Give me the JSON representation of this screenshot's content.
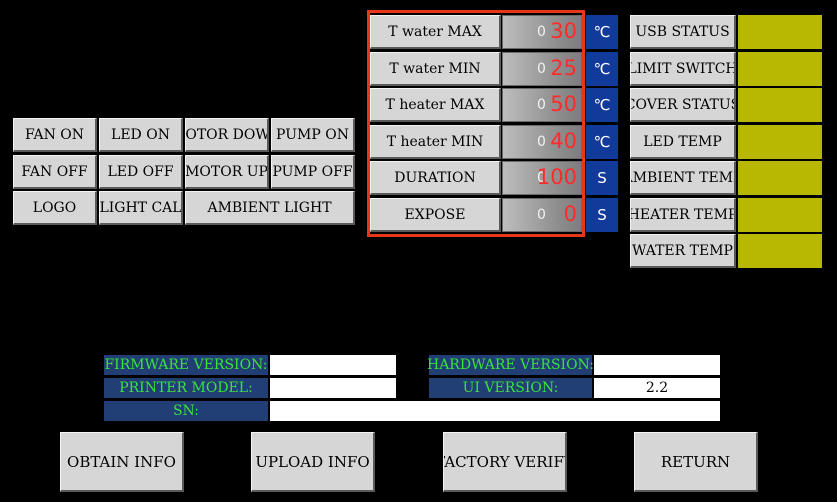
{
  "controls": {
    "fan_on": "FAN ON",
    "led_on": "LED ON",
    "motor_down": "MOTOR DOWN",
    "pump_on": "PUMP ON",
    "fan_off": "FAN OFF",
    "led_off": "LED OFF",
    "motor_up": "MOTOR UP",
    "pump_off": "PUMP OFF",
    "logo": "LOGO",
    "light_cal": "LIGHT CAL",
    "ambient_light": "AMBIENT LIGHT"
  },
  "params": [
    {
      "label": "T water MAX",
      "current": "0",
      "value": "30",
      "unit": "℃"
    },
    {
      "label": "T water MIN",
      "current": "0",
      "value": "25",
      "unit": "℃"
    },
    {
      "label": "T heater MAX",
      "current": "0",
      "value": "50",
      "unit": "℃"
    },
    {
      "label": "T heater MIN",
      "current": "0",
      "value": "40",
      "unit": "℃"
    },
    {
      "label": "DURATION",
      "current": "0",
      "value": "100",
      "unit": "S"
    },
    {
      "label": "EXPOSE",
      "current": "0",
      "value": "0",
      "unit": "S"
    }
  ],
  "status": [
    {
      "label": "USB STATUS"
    },
    {
      "label": "LIMIT SWITCH"
    },
    {
      "label": "COVER STATUS"
    },
    {
      "label": "LED TEMP"
    },
    {
      "label": "AMBIENT TEMP"
    },
    {
      "label": "HEATER TEMP"
    },
    {
      "label": "WATER TEMP"
    }
  ],
  "info": {
    "firmware_label": "FIRMWARE VERSION:",
    "firmware_value": "",
    "hardware_label": "HARDWARE VERSION:",
    "hardware_value": "",
    "printer_label": "PRINTER MODEL:",
    "printer_value": "",
    "ui_label": "UI VERSION:",
    "ui_value": "2.2",
    "sn_label": "SN:",
    "sn_value": ""
  },
  "actions": {
    "obtain": "OBTAIN INFO",
    "upload": "UPLOAD INFO",
    "verify": "FACTORY VERIFY",
    "return": "RETURN"
  },
  "colors": {
    "status_indicator": "#b8b802",
    "unit_box": "#123a9a",
    "value_text": "#ff2a2a",
    "info_label_bg": "#213f75",
    "info_label_text": "#39e33a",
    "highlight_frame": "#e8361b"
  }
}
